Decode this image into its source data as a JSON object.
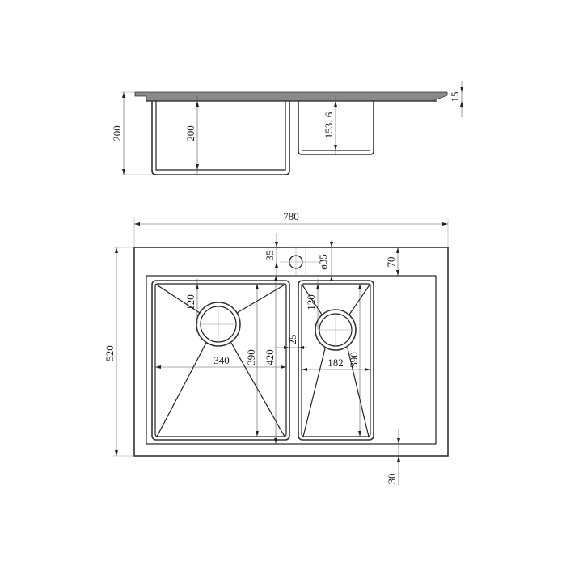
{
  "drawing": {
    "title": "Double bowl kitchen sink technical drawing",
    "side_view": {
      "labels": {
        "overall_depth": "200",
        "main_bowl_depth": "200",
        "small_bowl_depth": "153. 6",
        "deck_thickness": "15"
      }
    },
    "top_view": {
      "labels": {
        "overall_width": "780",
        "overall_length": "520",
        "tap_hole_offset": "35",
        "tap_hole_diameter": "ø35",
        "back_margin": "70",
        "front_margin": "30",
        "main_drain_offset": "120",
        "main_bowl_width": "340",
        "main_bowl_length": "390",
        "main_frame_length": "420",
        "divider_width": "25",
        "small_drain_offset": "120",
        "small_bowl_width": "182",
        "small_bowl_length": "390"
      }
    }
  },
  "colors": {
    "background": "#ffffff",
    "line": "#222222",
    "deck_plate": "#8a8a8a",
    "dimension_line": "#555555"
  }
}
